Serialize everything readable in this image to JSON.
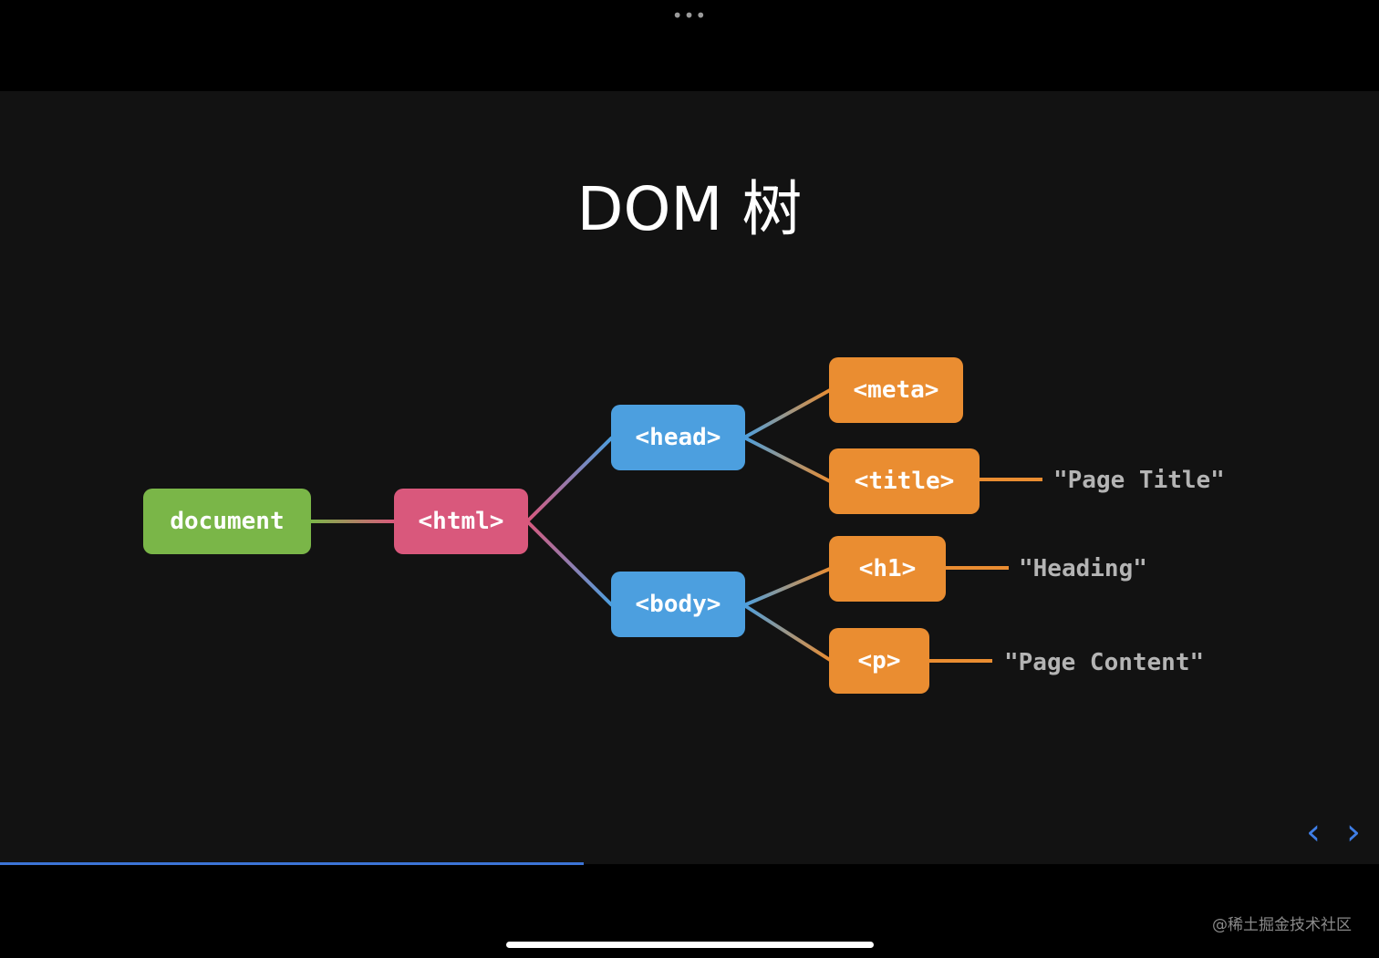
{
  "window": {
    "menu_dots": "•••"
  },
  "slide": {
    "title": "DOM 树",
    "nodes": {
      "document": "document",
      "html": "<html>",
      "head": "<head>",
      "body": "<body>",
      "meta": "<meta>",
      "title": "<title>",
      "h1": "<h1>",
      "p": "<p>"
    },
    "text_nodes": {
      "page_title": "\"Page Title\"",
      "heading": "\"Heading\"",
      "page_content": "\"Page Content\""
    }
  },
  "navigation": {
    "prev": "‹",
    "next": "›",
    "progress": 0.423
  },
  "watermark": "@稀土掘金技术社区",
  "colors": {
    "document": "#7ab648",
    "html": "#d9587c",
    "head_body": "#4c9fdf",
    "leaf": "#ea8d31",
    "accent": "#3c74d6"
  }
}
